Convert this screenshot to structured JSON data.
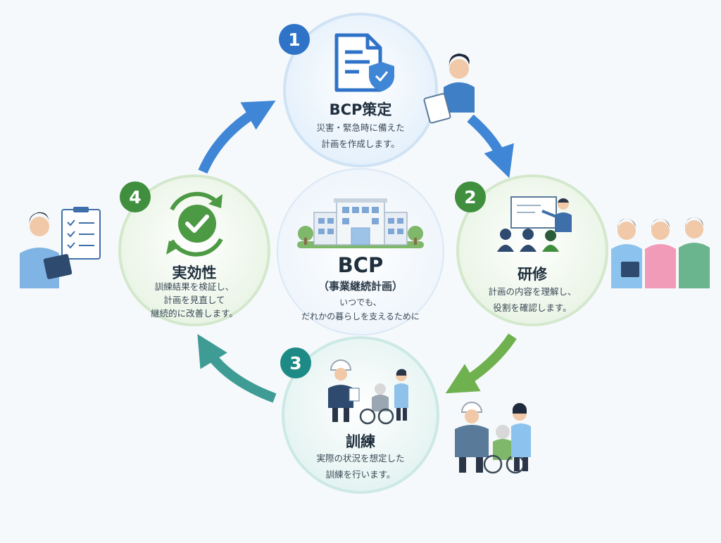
{
  "center": {
    "title": "BCP",
    "subtitle": "（事業継続計画）",
    "desc_line1": "いつでも、",
    "desc_line2": "だれかの暮らしを支えるために"
  },
  "stages": [
    {
      "number": "1",
      "title": "BCP策定",
      "desc_line1": "災害・緊急時に備えた",
      "desc_line2": "計画を作成します。",
      "icon": "document-shield-icon",
      "color": "#2f73c9"
    },
    {
      "number": "2",
      "title": "研修",
      "desc_line1": "計画の内容を理解し、",
      "desc_line2": "役割を確認します。",
      "icon": "presentation-icon",
      "color": "#3f8f3f"
    },
    {
      "number": "3",
      "title": "訓練",
      "desc_line1": "実際の状況を想定した",
      "desc_line2": "訓練を行います。",
      "icon": "drill-people-icon",
      "color": "#1e8a86"
    },
    {
      "number": "4",
      "title": "実効性",
      "desc_line1": "訓練結果を検証し、",
      "desc_line2": "計画を見直して",
      "desc_line3": "継続的に改善します。",
      "icon": "refresh-check-icon",
      "color": "#3f8f3f"
    }
  ]
}
